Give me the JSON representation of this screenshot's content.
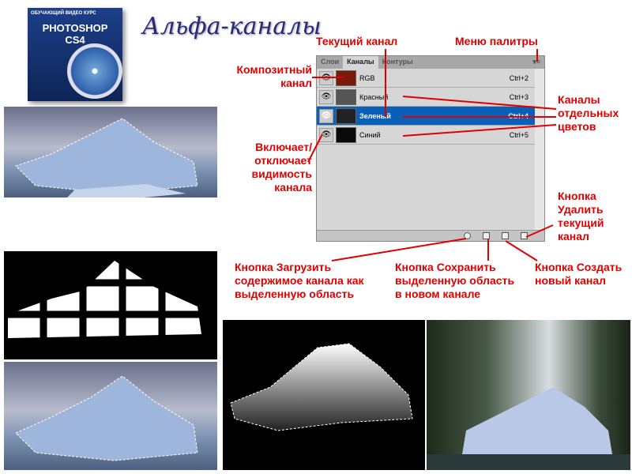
{
  "title": "Альфа-каналы",
  "cover": {
    "line1": "ОБУЧАЮЩИЙ ВИДЕО КУРС",
    "product": "PHOTOSHOP",
    "version": "CS4"
  },
  "panel": {
    "tabs": [
      "Слои",
      "Каналы",
      "Контуры"
    ],
    "active_tab": 1,
    "channels": [
      {
        "name": "RGB",
        "shortcut": "Ctrl+2",
        "thumb": "#7a1a0a"
      },
      {
        "name": "Красный",
        "shortcut": "Ctrl+3",
        "thumb": "#555"
      },
      {
        "name": "Зеленый",
        "shortcut": "Ctrl+4",
        "thumb": "#222"
      },
      {
        "name": "Синий",
        "shortcut": "Ctrl+5",
        "thumb": "#0a0a0a"
      }
    ],
    "selected_channel": 2
  },
  "labels": {
    "current": "Текущий канал",
    "menu": "Меню палитры",
    "composite": [
      "Композитный",
      "канал"
    ],
    "separate": [
      "Каналы",
      "отдельных",
      "цветов"
    ],
    "visibility": [
      "Включает/",
      "отключает",
      "видимость",
      "канала"
    ],
    "delete": [
      "Кнопка",
      "Удалить",
      "текущий",
      "канал"
    ],
    "load": [
      "Кнопка Загрузить",
      "содержимое канала как",
      "выделенную область"
    ],
    "save": [
      "Кнопка Сохранить",
      "выделенную область",
      "в новом канале"
    ],
    "create": [
      "Кнопка Создать",
      "новый канал"
    ]
  },
  "colors": {
    "annotation": "#e00000",
    "selected": "#0a5fb8",
    "title": "#2a2a7a"
  }
}
